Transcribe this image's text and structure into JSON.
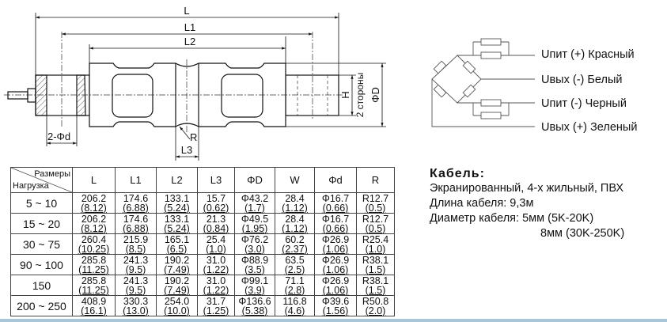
{
  "drawing": {
    "L": "L",
    "L1": "L1",
    "L2": "L2",
    "L3": "L3",
    "R": "R",
    "H": "H",
    "sides": "2 стороны",
    "PhiD": "ΦD",
    "PhiD_holes": "2-Φd"
  },
  "wiring": {
    "labels": [
      "Uпит (+) Красный",
      "Uвых (-) Белый",
      "Uпит (-) Черный",
      "Uвых (+) Зеленый"
    ]
  },
  "table": {
    "corner_top": "Размеры",
    "corner_bottom": "Нагрузка",
    "columns": [
      "L",
      "L1",
      "L2",
      "L3",
      "ΦD",
      "W",
      "Φd",
      "R"
    ],
    "rows": [
      {
        "load": "5 ~ 10",
        "cells": [
          [
            "206.2",
            "(8.12)"
          ],
          [
            "174.6",
            "(6.88)"
          ],
          [
            "133.1",
            "(5.24)"
          ],
          [
            "15.7",
            "(0.62)"
          ],
          [
            "Φ43.2",
            "(1.7)"
          ],
          [
            "28.4",
            "(1.12)"
          ],
          [
            "Φ16.7",
            "(0.66)"
          ],
          [
            "R12.7",
            "(0.5)"
          ]
        ]
      },
      {
        "load": "15 ~ 20",
        "cells": [
          [
            "206.2",
            "(8.12)"
          ],
          [
            "174.6",
            "(6.88)"
          ],
          [
            "133.1",
            "(5.24)"
          ],
          [
            "21.3",
            "(0.84)"
          ],
          [
            "Φ49.5",
            "(1.95)"
          ],
          [
            "28.4",
            "(1.12)"
          ],
          [
            "Φ16.7",
            "(0.66)"
          ],
          [
            "R12.7",
            "(0.5)"
          ]
        ]
      },
      {
        "load": "30 ~ 75",
        "cells": [
          [
            "260.4",
            "(10.25)"
          ],
          [
            "215.9",
            "(8.5)"
          ],
          [
            "165.1",
            "(6.5)"
          ],
          [
            "25.4",
            "(1.0)"
          ],
          [
            "Φ76.2",
            "(3.0)"
          ],
          [
            "60.2",
            "(2.37)"
          ],
          [
            "Φ26.9",
            "(1.06)"
          ],
          [
            "R25.4",
            "(1.0)"
          ]
        ]
      },
      {
        "load": "90 ~ 100",
        "cells": [
          [
            "285.8",
            "(11.25)"
          ],
          [
            "241.3",
            "(9.5)"
          ],
          [
            "190.2",
            "(7.49)"
          ],
          [
            "31.0",
            "(1.22)"
          ],
          [
            "Φ88.9",
            "(3.5)"
          ],
          [
            "63.5",
            "(2.5)"
          ],
          [
            "Φ26.9",
            "(1.06)"
          ],
          [
            "R38.1",
            "(1.5)"
          ]
        ]
      },
      {
        "load": "150",
        "cells": [
          [
            "285.8",
            "(11.25)"
          ],
          [
            "241.3",
            "(9.5)"
          ],
          [
            "190.2",
            "(7.49)"
          ],
          [
            "31.0",
            "(1.22)"
          ],
          [
            "Φ99.1",
            "(3.9)"
          ],
          [
            "71.1",
            "(2.8)"
          ],
          [
            "Φ26.9",
            "(1.06)"
          ],
          [
            "R38.1",
            "(1.5)"
          ]
        ]
      },
      {
        "load": "200 ~ 250",
        "cells": [
          [
            "408.9",
            "(16.1)"
          ],
          [
            "330.3",
            "(13.0)"
          ],
          [
            "254.0",
            "(10.0)"
          ],
          [
            "31.7",
            "(1.25)"
          ],
          [
            "Φ136.6",
            "(5.38)"
          ],
          [
            "116.8",
            "(4.6)"
          ],
          [
            "Φ39.6",
            "(1.56)"
          ],
          [
            "R50.8",
            "(2.0)"
          ]
        ]
      }
    ]
  },
  "cable": {
    "title": "Кабель:",
    "lines": [
      "Экранированный, 4-х жильный, ПВХ",
      "Длина кабеля: 9,3м",
      "Диаметр кабеля: 5мм (5K-20K)",
      "8мм (30K-250K)"
    ]
  }
}
